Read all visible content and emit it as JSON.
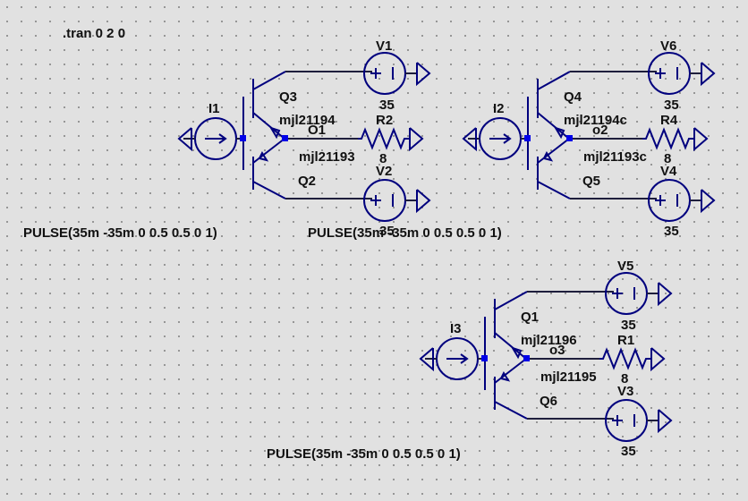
{
  "colors": {
    "background": "#e1e1e1",
    "wire": "#1e1e3c",
    "symbol": "#00007e",
    "junction": "#0000e8"
  },
  "directive": ".tran 0 2 0",
  "stages": [
    {
      "current_source": "I1",
      "pulse": "PULSE(35m -35m 0 0.5 0.5 0 1)",
      "npn_name": "Q3",
      "npn_model": "mjl21194",
      "pnp_name": "Q2",
      "pnp_model": "mjl21193",
      "output_net": "O1",
      "resistor_name": "R2",
      "resistor_value": "8",
      "top_source_name": "V1",
      "top_source_value": "35",
      "bottom_source_name": "V2",
      "bottom_source_value": "35"
    },
    {
      "current_source": "I2",
      "pulse": "PULSE(35m -35m 0 0.5 0.5 0 1)",
      "npn_name": "Q4",
      "npn_model": "mjl21194c",
      "pnp_name": "Q5",
      "pnp_model": "mjl21193c",
      "output_net": "o2",
      "resistor_name": "R4",
      "resistor_value": "8",
      "top_source_name": "V6",
      "top_source_value": "35",
      "bottom_source_name": "V4",
      "bottom_source_value": "35"
    },
    {
      "current_source": "I3",
      "pulse": "PULSE(35m -35m 0 0.5 0.5 0 1)",
      "npn_name": "Q1",
      "npn_model": "mjl21196",
      "pnp_name": "Q6",
      "pnp_model": "mjl21195",
      "output_net": "o3",
      "resistor_name": "R1",
      "resistor_value": "8",
      "top_source_name": "V5",
      "top_source_value": "35",
      "bottom_source_name": "V3",
      "bottom_source_value": "35"
    }
  ]
}
